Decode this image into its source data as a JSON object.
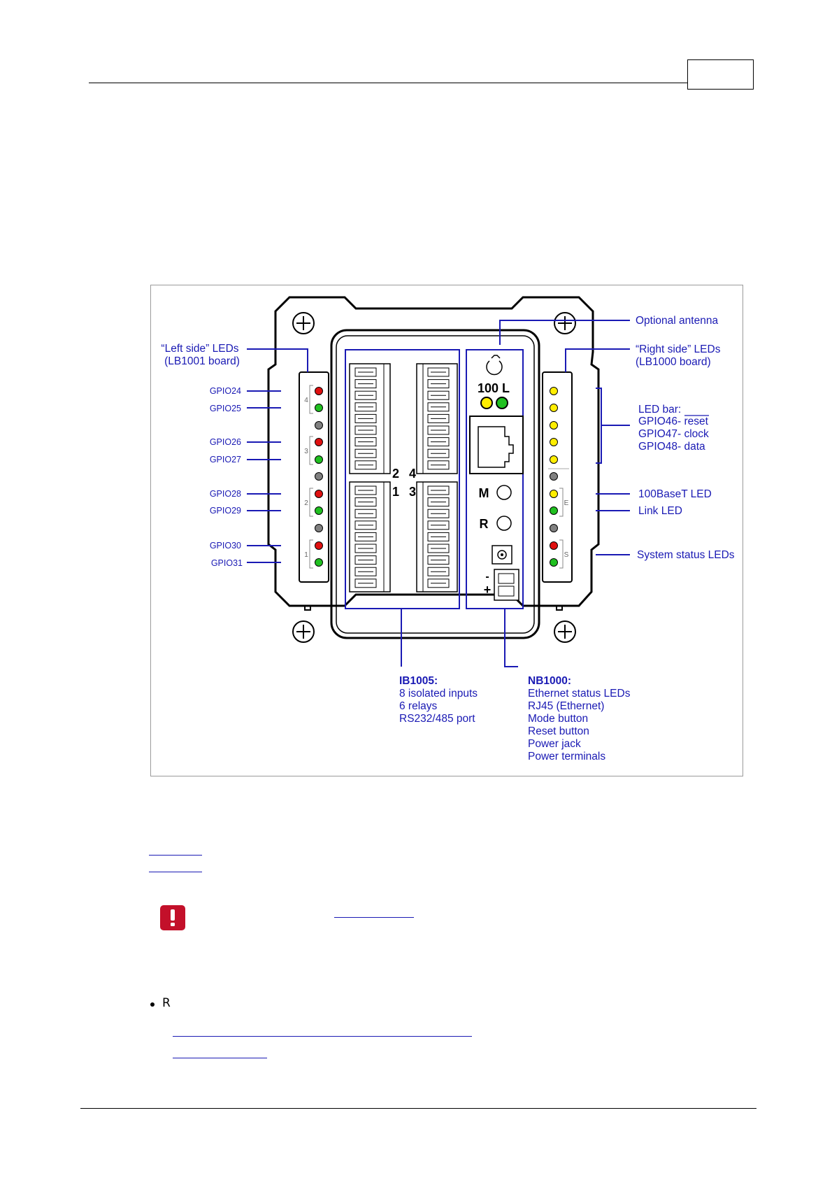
{
  "figure": {
    "device": {
      "top_label_left": "2",
      "top_label_right": "4",
      "bottom_label_left": "1",
      "bottom_label_right": "3",
      "speed_label": "100 L",
      "mode_label": "M",
      "reset_label": "R",
      "minus_label": "-",
      "plus_label": "+",
      "left_group_numbers": [
        "4",
        "3",
        "2",
        "1"
      ],
      "right_group_letters": [
        "E",
        "S"
      ]
    },
    "left": {
      "title_line1": "“Left side” LEDs",
      "title_line2": "(LB1001 board)",
      "gpio_labels": [
        "GPIO24",
        "GPIO25",
        "GPIO26",
        "GPIO27",
        "GPIO28",
        "GPIO29",
        "GPIO30",
        "GPIO31"
      ]
    },
    "right": {
      "optional_antenna": "Optional antenna",
      "title_line1": "“Right side” LEDs",
      "title_line2": "(LB1000 board)",
      "led_bar_lines": [
        "LED bar:",
        "GPIO46- reset",
        "GPIO47- clock",
        "GPIO48- data"
      ],
      "led_100baset": "100BaseT LED",
      "link_led": "Link LED",
      "system_status": "System status LEDs"
    },
    "ib1005": {
      "title": "IB1005:",
      "lines": [
        "8 isolated inputs",
        "6 relays",
        "RS232/485 port"
      ]
    },
    "nb1000": {
      "title": "NB1000:",
      "lines": [
        "Ethernet status LEDs",
        "RJ45 (Ethernet)",
        "Mode button",
        "Reset button",
        "Power jack",
        "Power terminals"
      ]
    }
  },
  "body": {
    "bullet_text": "R"
  },
  "colors": {
    "annotation_blue": "#1a1ab4",
    "led_red": "#e01010",
    "led_green": "#20c020",
    "led_yellow": "#ffee00",
    "led_gray": "#808080",
    "warning_red": "#c3102a"
  },
  "icons": {
    "warning": "exclamation-icon"
  }
}
